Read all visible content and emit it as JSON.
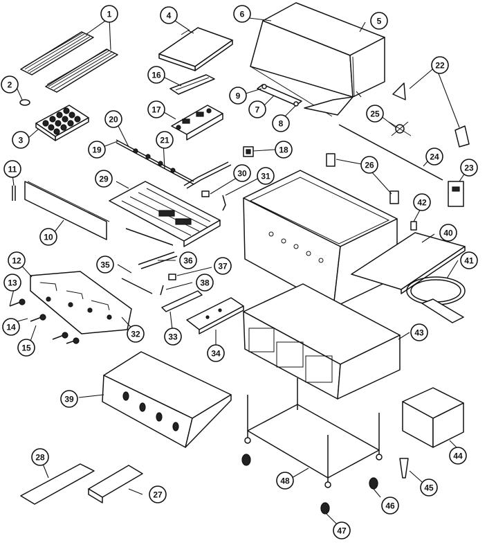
{
  "diagram": {
    "callouts": [
      {
        "n": "1"
      },
      {
        "n": "2"
      },
      {
        "n": "3"
      },
      {
        "n": "4"
      },
      {
        "n": "5"
      },
      {
        "n": "6"
      },
      {
        "n": "7"
      },
      {
        "n": "8"
      },
      {
        "n": "9"
      },
      {
        "n": "10"
      },
      {
        "n": "11"
      },
      {
        "n": "12"
      },
      {
        "n": "13"
      },
      {
        "n": "14"
      },
      {
        "n": "15"
      },
      {
        "n": "16"
      },
      {
        "n": "17"
      },
      {
        "n": "18"
      },
      {
        "n": "19"
      },
      {
        "n": "20"
      },
      {
        "n": "21"
      },
      {
        "n": "22"
      },
      {
        "n": "23"
      },
      {
        "n": "24"
      },
      {
        "n": "25"
      },
      {
        "n": "26"
      },
      {
        "n": "27"
      },
      {
        "n": "28"
      },
      {
        "n": "29"
      },
      {
        "n": "30"
      },
      {
        "n": "31"
      },
      {
        "n": "32"
      },
      {
        "n": "33"
      },
      {
        "n": "34"
      },
      {
        "n": "35"
      },
      {
        "n": "36"
      },
      {
        "n": "37"
      },
      {
        "n": "38"
      },
      {
        "n": "39"
      },
      {
        "n": "40"
      },
      {
        "n": "41"
      },
      {
        "n": "42"
      },
      {
        "n": "43"
      },
      {
        "n": "44"
      },
      {
        "n": "45"
      },
      {
        "n": "46"
      },
      {
        "n": "47"
      },
      {
        "n": "48"
      }
    ]
  },
  "colors": {
    "line": "#111111",
    "background": "#ffffff"
  }
}
